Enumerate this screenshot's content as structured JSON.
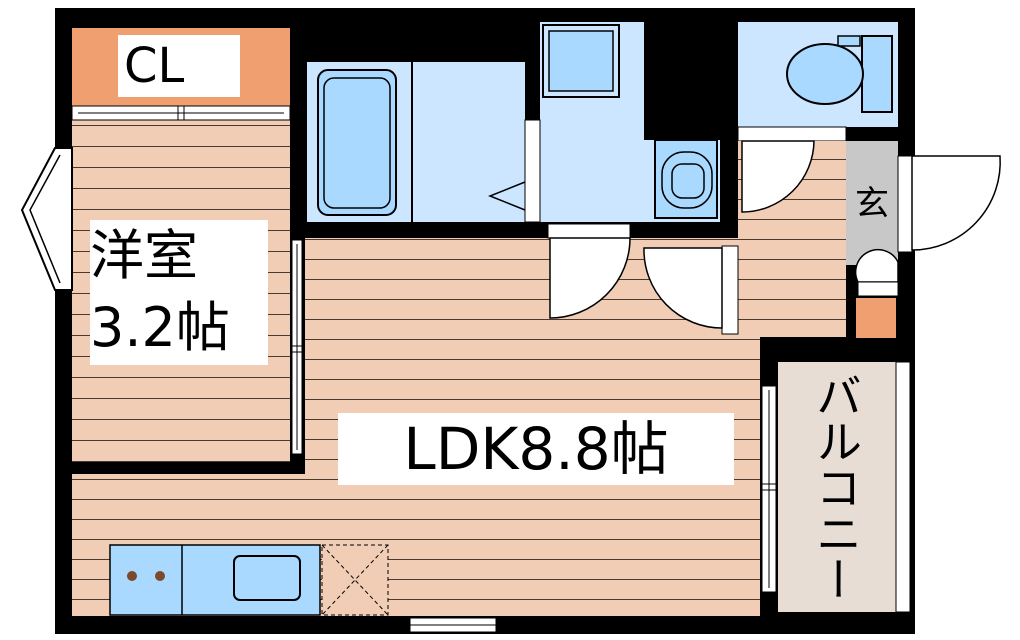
{
  "labels": {
    "closet": "CL",
    "western_room_name": "洋室",
    "western_room_size": "3.2帖",
    "ldk": "LDK8.8帖",
    "genkan": "玄",
    "balcony": "バルコニー"
  },
  "colors": {
    "wall": "#000000",
    "floor": "#f0cdb4",
    "floor_line": "#4a3a30",
    "wet_area": "#cce6ff",
    "fixture": "#a9d9ff",
    "closet": "#f0a070",
    "genkan_floor": "#c8c8c8",
    "balcony": "#e8ddd4"
  },
  "icons": [
    "bathtub-icon",
    "washbasin-icon",
    "washer-pan-icon",
    "toilet-icon",
    "stove-icon",
    "sink-icon",
    "fridge-space-icon",
    "door-swing-icon",
    "window-icon",
    "shoe-box-icon"
  ]
}
